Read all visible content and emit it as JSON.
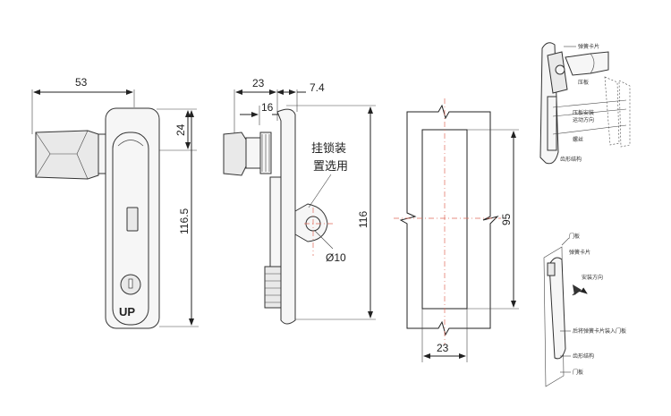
{
  "front_view": {
    "width_53": "53",
    "height_24": "24",
    "height_116_5": "116.5",
    "up_label": "UP"
  },
  "side_view": {
    "width_23": "23",
    "width_7_4": "7.4",
    "width_16": "16",
    "padlock_note_line1": "挂锁装",
    "padlock_note_line2": "置选用",
    "hole_dia": "Ø10",
    "height_116": "116"
  },
  "cutout_view": {
    "height_95": "95",
    "width_23": "23"
  },
  "iso_top": {
    "labels": [
      "弹簧卡片",
      "压板",
      "压板安装",
      "运动方向",
      "螺丝",
      "齿形结构"
    ]
  },
  "iso_bottom": {
    "labels": [
      "门板",
      "弹簧卡片",
      "安装方向",
      "后将弹簧卡片装入门板",
      "齿形结构",
      "门板"
    ]
  }
}
